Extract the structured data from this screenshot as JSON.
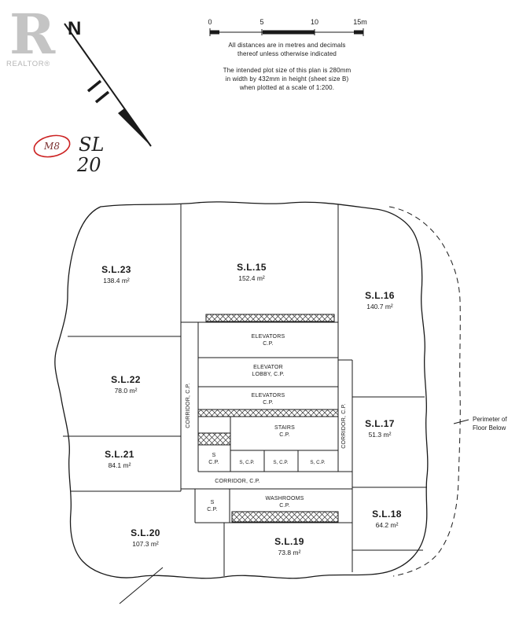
{
  "branding": {
    "logo_letter": "R",
    "logo_text": "REALTOR®"
  },
  "compass": {
    "north_label": "N"
  },
  "scale_bar": {
    "ticks": [
      "0",
      "5",
      "10",
      "15m"
    ]
  },
  "notes": {
    "distances": [
      "All distances are in metres and decimals",
      "thereof unless otherwise indicated"
    ],
    "plot_size": [
      "The intended plot size of this plan is 280mm",
      "in width by 432mm in height (sheet size B)",
      "when plotted at a scale of 1:200."
    ]
  },
  "annotations": {
    "circled_initials": "M8",
    "handwritten": [
      "SL",
      "20"
    ],
    "perimeter_note": [
      "Perimeter of",
      "Floor Below"
    ]
  },
  "units": {
    "sl15": {
      "name": "S.L.15",
      "area": "152.4 m²"
    },
    "sl16": {
      "name": "S.L.16",
      "area": "140.7 m²"
    },
    "sl17": {
      "name": "S.L.17",
      "area": "51.3 m²"
    },
    "sl18": {
      "name": "S.L.18",
      "area": "64.2 m²"
    },
    "sl19": {
      "name": "S.L.19",
      "area": "73.8 m²"
    },
    "sl20": {
      "name": "S.L.20",
      "area": "107.3 m²"
    },
    "sl21": {
      "name": "S.L.21",
      "area": "84.1 m²"
    },
    "sl22": {
      "name": "S.L.22",
      "area": "78.0 m²"
    },
    "sl23": {
      "name": "S.L.23",
      "area": "138.4 m²"
    }
  },
  "core": {
    "elevators": [
      "ELEVATORS",
      "C.P."
    ],
    "elevator_lobby": [
      "ELEVATOR",
      "LOBBY, C.P."
    ],
    "stairs": [
      "STAIRS",
      "C.P."
    ],
    "storage": [
      "S",
      "C.P."
    ],
    "storage_cell": "S, C.P.",
    "corridor": "CORRIDOR, C.P.",
    "washrooms": [
      "WASHROOMS",
      "C.P."
    ]
  },
  "colors": {
    "ink": "#1a1a1a",
    "annotation_red": "#cc2222",
    "logo_grey": "#c4c4c4"
  }
}
